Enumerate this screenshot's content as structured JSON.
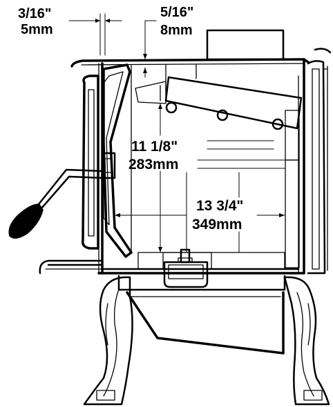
{
  "dimensions": {
    "side_gap": {
      "imperial": "3/16\"",
      "metric": "5mm"
    },
    "top_gap": {
      "imperial": "5/16\"",
      "metric": "8mm"
    },
    "firebox_height": {
      "imperial": "11 1/8\"",
      "metric": "283mm"
    },
    "firebox_depth": {
      "imperial": "13 3/4\"",
      "metric": "349mm"
    }
  },
  "colors": {
    "ink": "#000000",
    "paper": "#ffffff"
  }
}
